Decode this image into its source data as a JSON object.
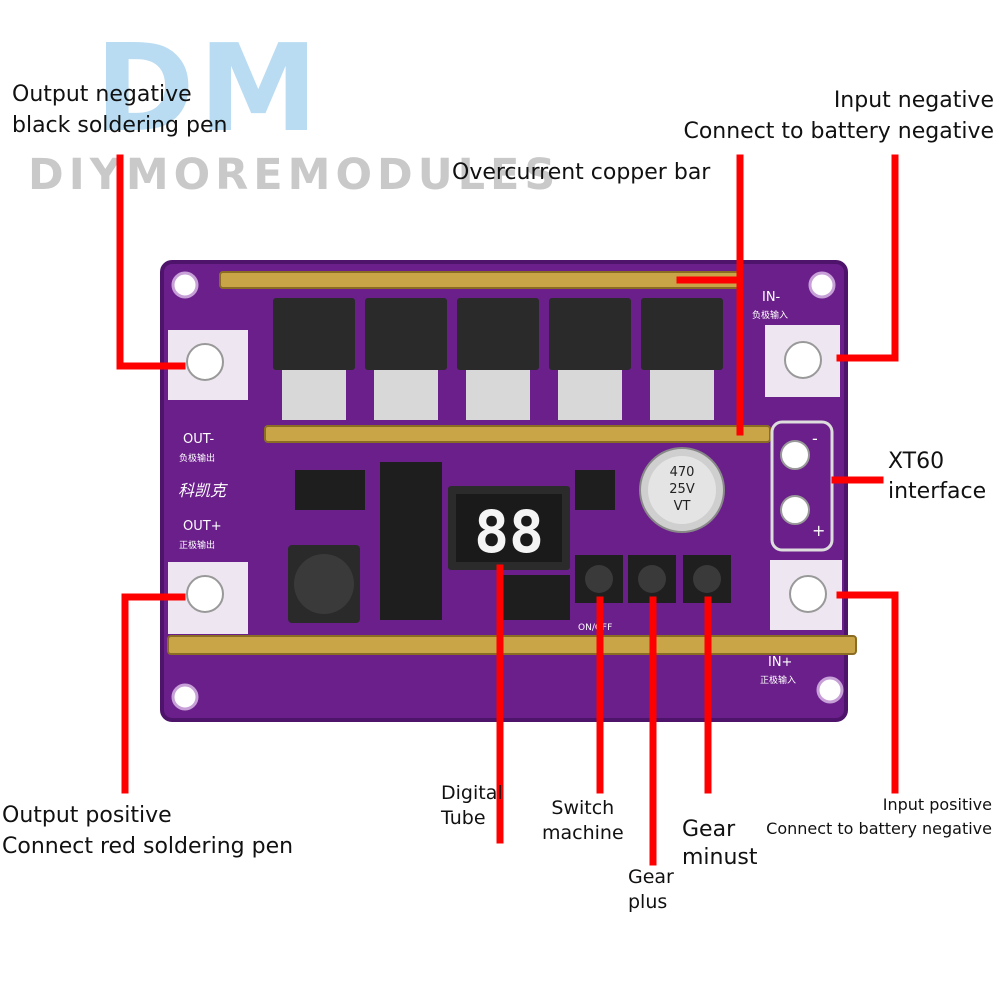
{
  "watermark": {
    "logo_text": "DM",
    "brand_text": "DIYMOREMODULES"
  },
  "colors": {
    "pcb": "#6a1f8a",
    "pcb_dark": "#4e136a",
    "copper_bar": "#c9a548",
    "callout_line": "#ff0000",
    "logo": "#b9dcf2",
    "watermark": "#c9c9c9"
  },
  "callouts": {
    "output_negative": {
      "line1": "Output negative",
      "line2": "black soldering pen"
    },
    "input_negative": {
      "line1": "Input negative",
      "line2": "Connect to battery negative"
    },
    "overcurrent": {
      "label": "Overcurrent copper bar"
    },
    "xt60": {
      "line1": "XT60",
      "line2": "interface"
    },
    "output_positive": {
      "line1": "Output positive",
      "line2": "Connect red soldering pen"
    },
    "digital_tube": {
      "line1": "Digital",
      "line2": "Tube"
    },
    "switch_machine": {
      "line1": "Switch",
      "line2": "machine"
    },
    "gear_minus": {
      "line1": "Gear",
      "line2": "minust"
    },
    "gear_plus": {
      "line1": "Gear",
      "line2": "plus"
    },
    "input_positive": {
      "line1": "Input positive",
      "line2": "Connect to battery negative"
    }
  },
  "board": {
    "silk_out_neg": "OUT-",
    "silk_out_neg_cn": "负极输出",
    "silk_out_pos": "OUT+",
    "silk_out_pos_cn": "正极输出",
    "silk_in_neg": "IN-",
    "silk_in_neg_cn": "负极输入",
    "silk_in_pos": "IN+",
    "silk_in_pos_cn": "正极输入",
    "silk_brand": "科凯克",
    "silk_on_off": "ON/OFF",
    "silk_minus": "-",
    "silk_plus": "+",
    "cap_line1": "470",
    "cap_line2": "25V",
    "cap_line3": "VT",
    "display": "88"
  }
}
